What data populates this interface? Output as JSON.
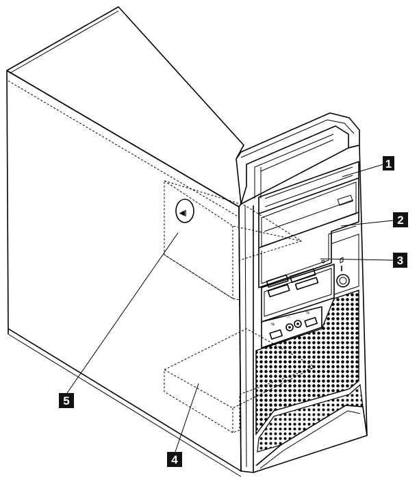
{
  "callouts": [
    {
      "id": "1",
      "label": "1"
    },
    {
      "id": "2",
      "label": "2"
    },
    {
      "id": "3",
      "label": "3"
    },
    {
      "id": "4",
      "label": "4"
    },
    {
      "id": "5",
      "label": "5"
    }
  ],
  "colors": {
    "line": "#000000",
    "callout_fill": "#111111",
    "callout_text": "#ffffff",
    "background": "#ffffff"
  }
}
